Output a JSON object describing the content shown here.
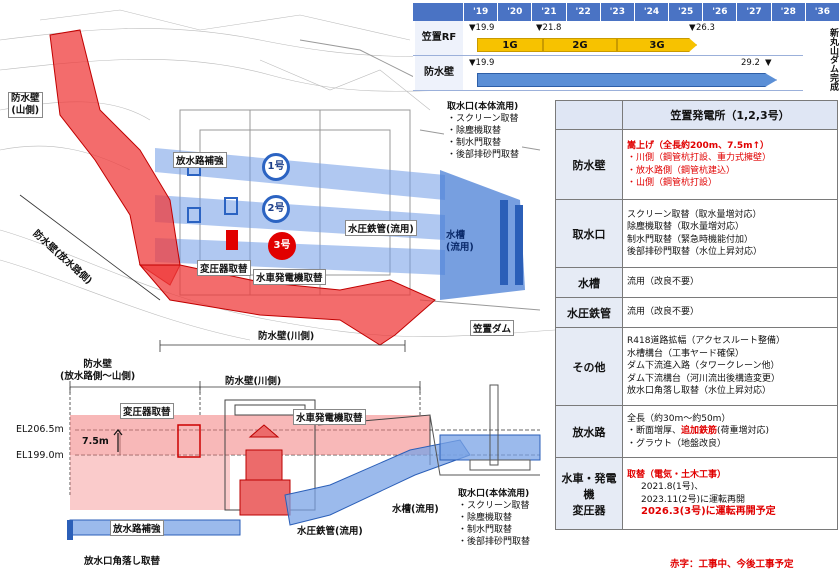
{
  "timeline": {
    "years": [
      "'19",
      "'20",
      "'21",
      "'22",
      "'23",
      "'24",
      "'25",
      "'26",
      "'27",
      "'28",
      "'36"
    ],
    "rows": [
      {
        "label": "笠置RF",
        "start": "▼19.9",
        "mid": "▼21.8",
        "end": "26.3",
        "phases": [
          "1G",
          "2G",
          "3G"
        ]
      },
      {
        "label": "防水壁",
        "start": "▼19.9",
        "end": "29.2"
      }
    ],
    "dam_note": "新丸山ダム完成"
  },
  "table": {
    "header": "笠置発電所（1,2,3号）",
    "rows": [
      {
        "key": "防水壁",
        "lines": [
          {
            "text": "嵩上げ（全長約200m、7.5m↑）",
            "style": "red"
          },
          {
            "text": "・川側（鋼管杭打設、重力式擁壁）",
            "style": "redn"
          },
          {
            "text": "・放水路側（鋼管杭建込）",
            "style": "redn"
          },
          {
            "text": "・山側（鋼管杭打設）",
            "style": "redn"
          }
        ]
      },
      {
        "key": "取水口",
        "lines": [
          {
            "text": "スクリーン取替（取水量増対応）",
            "style": ""
          },
          {
            "text": "除塵機取替（取水量増対応）",
            "style": ""
          },
          {
            "text": "制水門取替（緊急時機能付加）",
            "style": ""
          },
          {
            "text": "後部排砂門取替（水位上昇対応）",
            "style": ""
          }
        ]
      },
      {
        "key": "水槽",
        "lines": [
          {
            "text": "流用（改良不要）",
            "style": ""
          }
        ]
      },
      {
        "key": "水圧鉄管",
        "lines": [
          {
            "text": "流用（改良不要）",
            "style": ""
          }
        ]
      },
      {
        "key": "その他",
        "lines": [
          {
            "text": "R418道路拡幅（アクセスルート整備）",
            "style": ""
          },
          {
            "text": "水槽構台（工事ヤード確保）",
            "style": ""
          },
          {
            "text": "ダム下流進入路（タワークレーン他）",
            "style": ""
          },
          {
            "text": "ダム下流構台（河川流出後構造変更）",
            "style": ""
          },
          {
            "text": "放水口角落し取替（水位上昇対応）",
            "style": ""
          }
        ]
      },
      {
        "key": "放水路",
        "lines": [
          {
            "text": "全長（約30m～約50m）",
            "style": ""
          },
          {
            "text": "・断面増厚、",
            "style": "",
            "extra": "追加鉄筋",
            "extra_style": "red",
            "tail": "(荷重増対応)"
          },
          {
            "text": "・グラウト（地盤改良）",
            "style": ""
          }
        ]
      },
      {
        "key": "水車・発電機\n変圧器",
        "lines": [
          {
            "text": "取替（電気・土木工事）",
            "style": "red"
          },
          {
            "text": "2021.8(1号)、",
            "style": ""
          },
          {
            "text": "2023.11(2号)に運転再開",
            "style": ""
          },
          {
            "text": "2026.3(3号)に運転再開予定",
            "style": "red"
          }
        ]
      }
    ],
    "footnote": "赤字：工事中、今後工事予定"
  },
  "plan": {
    "wall_mountain": "防水壁\n(山側)",
    "wall_outlet": "防水壁(放水路側)",
    "wall_river": "防水壁(川側)",
    "outlet_reinforce": "放水路補強",
    "units": [
      "1号",
      "2号",
      "3号"
    ],
    "transformer": "変圧器取替",
    "turbine": "水車発電機取替",
    "penstock": "水圧鉄管(流用)",
    "tank": "水槽\n(流用)",
    "dam": "笠置ダム",
    "intake_title": "取水口(本体流用)",
    "intake_items": [
      "・スクリーン取替",
      "・除塵機取替",
      "・制水門取替",
      "・後部排砂門取替"
    ]
  },
  "section": {
    "wall_outlet_mtn": "防水壁\n(放水路側～山側)",
    "wall_river": "防水壁(川側)",
    "el_top": "EL206.5m",
    "el_bottom": "EL199.0m",
    "rise": "7.5m",
    "transformer": "変圧器取替",
    "turbine": "水車発電機取替",
    "outlet_reinforce": "放水路補強",
    "outlet_gate": "放水口角落し取替",
    "penstock": "水圧鉄管(流用)",
    "tank": "水槽(流用)",
    "intake_title": "取水口(本体流用)",
    "intake_items": [
      "・スクリーン取替",
      "・除塵機取替",
      "・制水門取替",
      "・後部排砂門取替"
    ]
  }
}
